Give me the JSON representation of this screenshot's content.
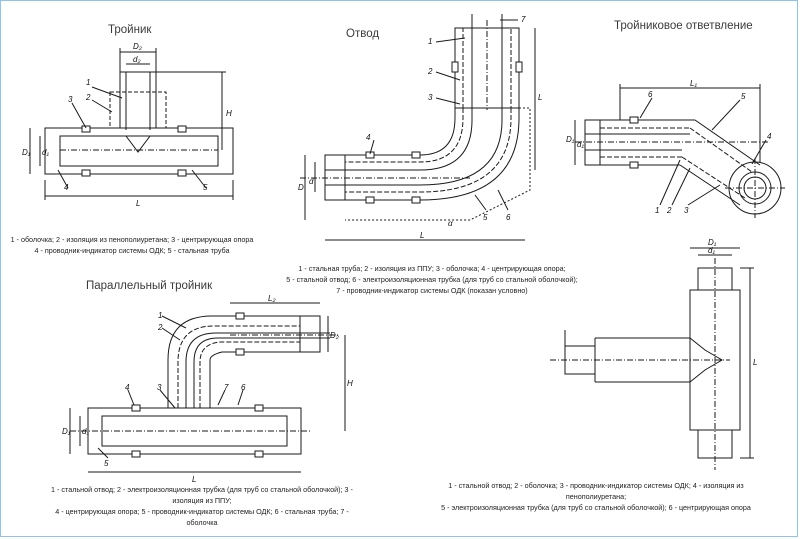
{
  "titles": {
    "tee": "Тройник",
    "elbow": "Отвод",
    "branch": "Тройниковое ответвление",
    "parallel": "Параллельный тройник"
  },
  "captions": {
    "tee_l1": "1 - оболочка; 2 - изоляция из пенополиуретана; 3 - центрирующая опора",
    "tee_l2": "4 - проводник-индикатор системы ОДК; 5 - стальная труба",
    "elbow_l1": "1 - стальная труба; 2 - изоляция из ППУ; 3 - оболочка; 4 - центрирующая опора;",
    "elbow_l2": "5 - стальной отвод; 6 - электроизоляционная трубка (для труб со стальной оболочкой);",
    "elbow_l3": "7 - проводник-индикатор системы ОДК (показан условно)",
    "parallel_l1": "1 - стальной отвод; 2 - электроизоляционная трубка (для труб со стальной оболочкой); 3 -",
    "parallel_l2": "изоляция из ППУ;",
    "parallel_l3": "4 - центрирующая опора; 5 - проводник-индикатор системы ОДК; 6 - стальная труба; 7 -",
    "parallel_l4": "оболочка",
    "branch_l1": "1 - стальной отвод; 2 - оболочка; 3 - проводник-индикатор системы ОДК; 4 - изоляция из",
    "branch_l2": "пенополиуретана;",
    "branch_l3": "5 - электроизоляционная трубка (для труб со стальной оболочкой); 6 - центрирующая опора"
  },
  "labels": {
    "n1": "1",
    "n2": "2",
    "n3": "3",
    "n4": "4",
    "n5": "5",
    "n6": "6",
    "n7": "7",
    "D": "D",
    "d": "d",
    "D1": "D₁",
    "d1": "d₁",
    "D2": "D₂",
    "d2": "d₂",
    "L": "L",
    "L1": "L₁",
    "L2": "L₂",
    "H": "H",
    "alpha": "α"
  },
  "colors": {
    "line": "#1a1a1a",
    "frame": "#8fc3ea",
    "fill": "#ffffff"
  }
}
